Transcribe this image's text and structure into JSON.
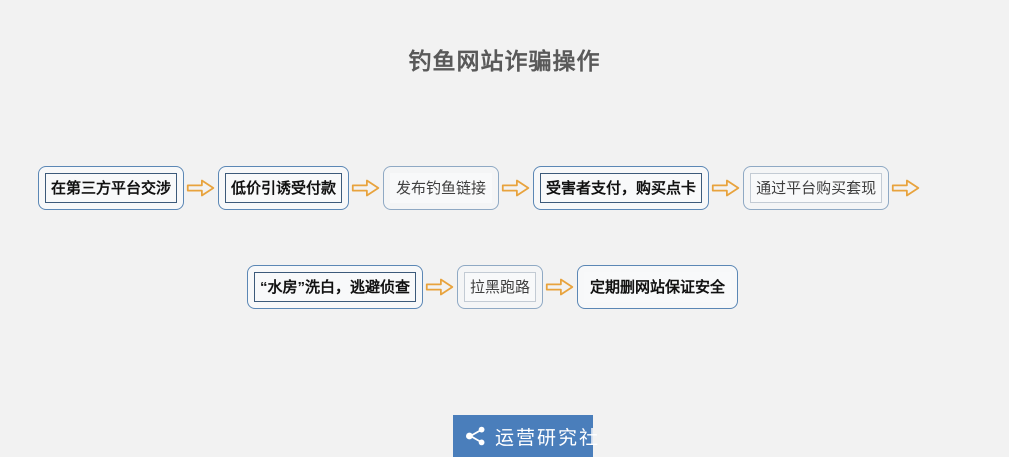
{
  "page": {
    "background_color": "#f2f2f2",
    "title": "钓鱼网站诈骗操作",
    "title_color": "#595959"
  },
  "colors": {
    "box_border": "#5b87b5",
    "box_border_soft": "#8fa9c4",
    "box_fill": "#f7f8f9",
    "inner_border": "#3c5a7a",
    "arrow": "#e8a33d",
    "logo_background": "#4a7ebb",
    "logo_text": "#ffffff"
  },
  "flow": {
    "rows": [
      {
        "name": "row-1",
        "nodes": [
          {
            "label": "在第三方平台交涉",
            "bold": true,
            "inner_border": "solid"
          },
          {
            "label": "低价引诱受付款",
            "bold": true,
            "inner_border": "solid"
          },
          {
            "label": "发布钓鱼链接",
            "bold": false,
            "inner_border": "none"
          },
          {
            "label": "受害者支付，购买点卡",
            "bold": true,
            "inner_border": "solid"
          },
          {
            "label": "通过平台购买套现",
            "bold": false,
            "inner_border": "faint"
          }
        ],
        "trailing_arrow": true
      },
      {
        "name": "row-2",
        "nodes": [
          {
            "label": "“水房”洗白，逃避侦查",
            "bold": true,
            "inner_border": "solid"
          },
          {
            "label": "拉黑跑路",
            "bold": false,
            "inner_border": "faint"
          },
          {
            "label": "定期删网站保证安全",
            "bold": true,
            "inner_border": "none"
          }
        ],
        "trailing_arrow": false
      }
    ],
    "arrow_icon": "right-block-arrow-icon"
  },
  "logo": {
    "icon": "share-nodes-icon",
    "text": "运营研究社"
  }
}
